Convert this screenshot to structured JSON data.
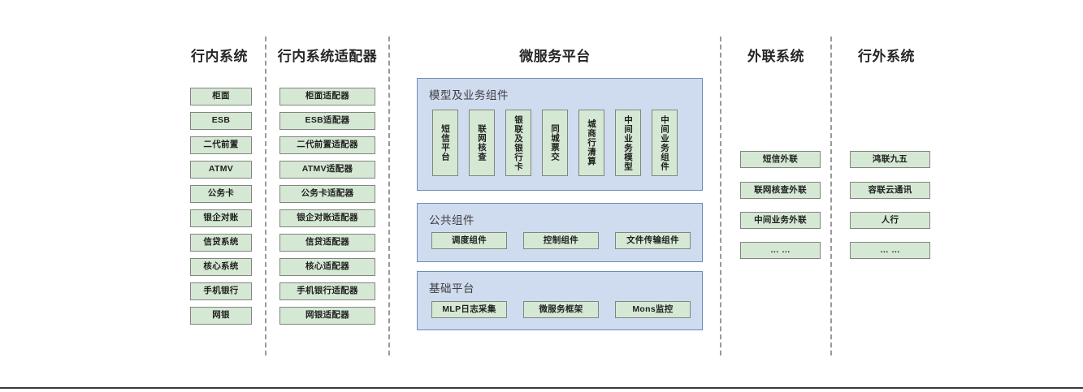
{
  "diagram": {
    "columns": [
      {
        "id": "core-systems",
        "title": "行内系统"
      },
      {
        "id": "adapters",
        "title": "行内系统适配器"
      },
      {
        "id": "microservice",
        "title": "微服务平台"
      },
      {
        "id": "external-link",
        "title": "外联系统"
      },
      {
        "id": "outside-bank",
        "title": "行外系统"
      }
    ],
    "core_systems": [
      "柜面",
      "ESB",
      "二代前置",
      "ATMV",
      "公务卡",
      "银企对账",
      "信贷系统",
      "核心系统",
      "手机银行",
      "网银"
    ],
    "adapters": [
      "柜面适配器",
      "ESB适配器",
      "二代前置适配器",
      "ATMV适配器",
      "公务卡适配器",
      "银企对账适配器",
      "信贷适配器",
      "核心适配器",
      "手机银行适配器",
      "网银适配器"
    ],
    "microservice": {
      "panels": [
        {
          "id": "model-business",
          "title": "模型及业务组件",
          "orientation": "vertical",
          "items": [
            "短信平台",
            "联网核查",
            "银联及银行卡",
            "同城票交",
            "城商行清算",
            "中间业务模型",
            "中间业务组件"
          ]
        },
        {
          "id": "public-components",
          "title": "公共组件",
          "orientation": "horizontal",
          "items": [
            "调度组件",
            "控制组件",
            "文件传输组件"
          ]
        },
        {
          "id": "base-platform",
          "title": "基础平台",
          "orientation": "horizontal",
          "items": [
            "MLP日志采集",
            "微服务框架",
            "Mons监控"
          ]
        }
      ]
    },
    "external_link": [
      "短信外联",
      "联网核查外联",
      "中间业务外联",
      "… …"
    ],
    "outside_bank": [
      "鸿联九五",
      "容联云通讯",
      "人行",
      "… …"
    ],
    "colors": {
      "node_fill": "#d5e8d4",
      "node_border": "#82857f",
      "panel_fill": "#cfdbef",
      "panel_border": "#7089b8",
      "divider": "#999999",
      "text": "#1f1f1f"
    }
  }
}
